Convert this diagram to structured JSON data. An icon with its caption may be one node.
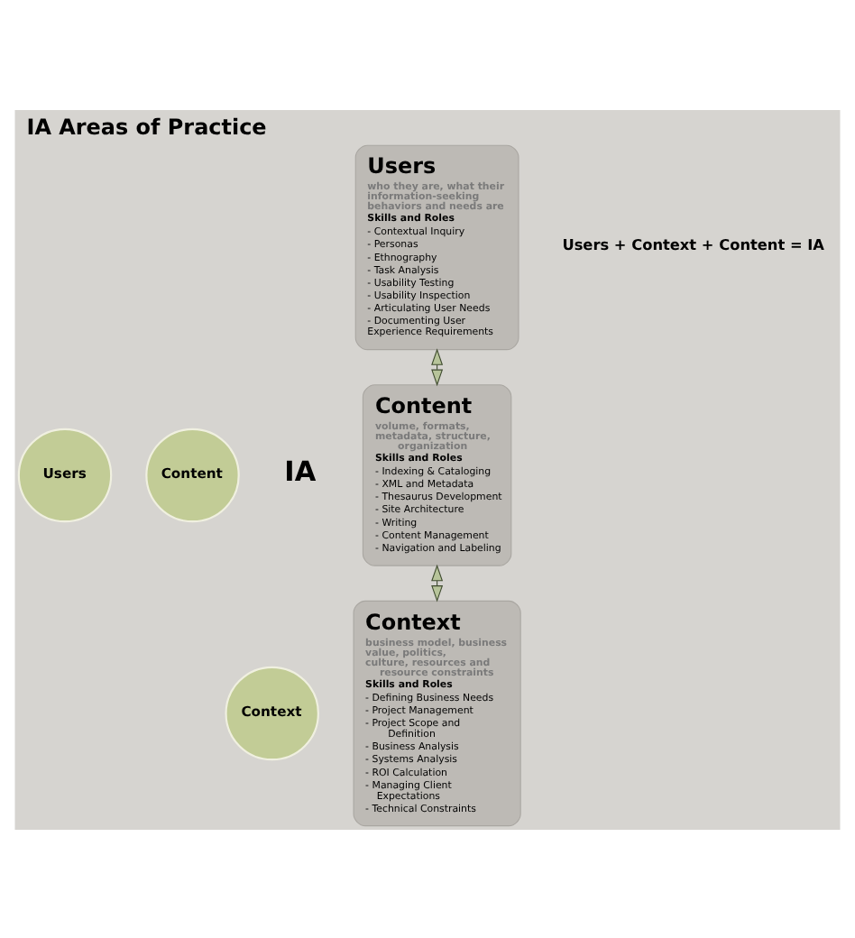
{
  "diagram": {
    "title": "IA Areas of Practice",
    "nodes": [
      {
        "text": [
          "Users"
        ]
      },
      {
        "text": [
          "Content"
        ]
      },
      {
        "text": [
          "IA"
        ]
      },
      {
        "text": [
          "Context"
        ]
      },
      {
        "text": [
          "Users",
          "who they are, what their information-seeking behaviors and needs are",
          "Skills and Roles",
          "- Contextual Inquiry",
          "- Personas",
          "- Ethnography",
          "- Task Analysis",
          "- Usability Testing",
          "- Usability Inspection",
          "- Articulating User Needs",
          "- Documenting User Experience Requirements"
        ]
      },
      {
        "text": [
          "Content",
          "volume, formats, metadata, structure, organization",
          "Skills and Roles",
          "- Indexing & Cataloging",
          "- XML and Metadata",
          "- Thesaurus Development",
          "- Site Architecture",
          "- Writing",
          "- Content Management",
          "- Navigation and Labeling"
        ]
      },
      {
        "text": [
          "Context",
          "business model, business value, politics, culture, resources and resource constraints",
          "Skills and Roles",
          "- Defining Business Needs",
          "- Project Management",
          "- Project Scope and Definition",
          "- Business Analysis",
          "- Systems Analysis",
          "- ROI Calculation",
          "- Managing Client Expectations",
          "- Technical Constraints"
        ]
      }
    ],
    "edges": [
      {
        "from": 4,
        "to": 5,
        "arrow": "both"
      },
      {
        "from": 5,
        "to": 6,
        "arrow": "both"
      }
    ],
    "labels": [
      "Users + Context + Content = IA"
    ]
  }
}
